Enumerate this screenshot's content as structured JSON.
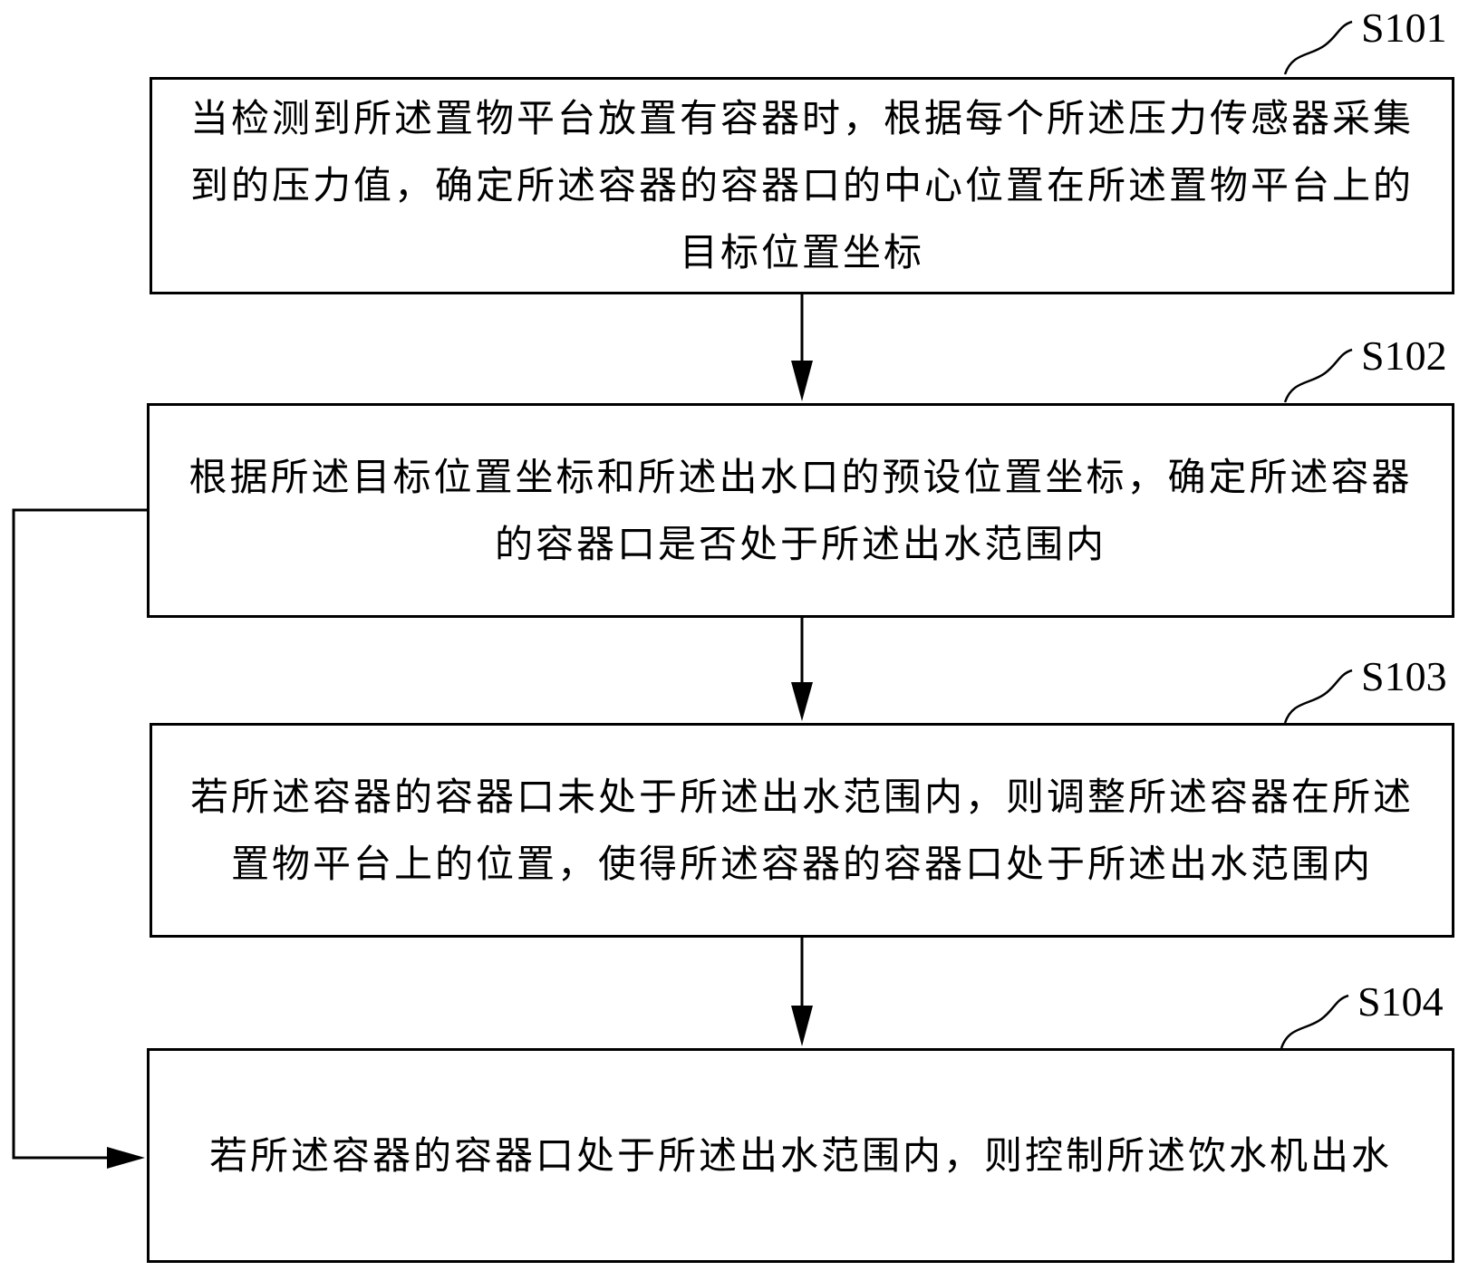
{
  "steps": [
    {
      "id": "S101",
      "label": "S101",
      "text": "当检测到所述置物平台放置有容器时，根据每个所述压力传感器采集到的压力值，确定所述容器的容器口的中心位置在所述置物平台上的目标位置坐标"
    },
    {
      "id": "S102",
      "label": "S102",
      "text": "根据所述目标位置坐标和所述出水口的预设位置坐标，确定所述容器的容器口是否处于所述出水范围内"
    },
    {
      "id": "S103",
      "label": "S103",
      "text": "若所述容器的容器口未处于所述出水范围内，则调整所述容器在所述置物平台上的位置，使得所述容器的容器口处于所述出水范围内"
    },
    {
      "id": "S104",
      "label": "S104",
      "text": "若所述容器的容器口处于所述出水范围内，则控制所述饮水机出水"
    }
  ],
  "connections": [
    {
      "from": "S101",
      "to": "S102"
    },
    {
      "from": "S102",
      "to": "S103"
    },
    {
      "from": "S103",
      "to": "S104"
    },
    {
      "from": "S102",
      "to": "S104"
    }
  ]
}
